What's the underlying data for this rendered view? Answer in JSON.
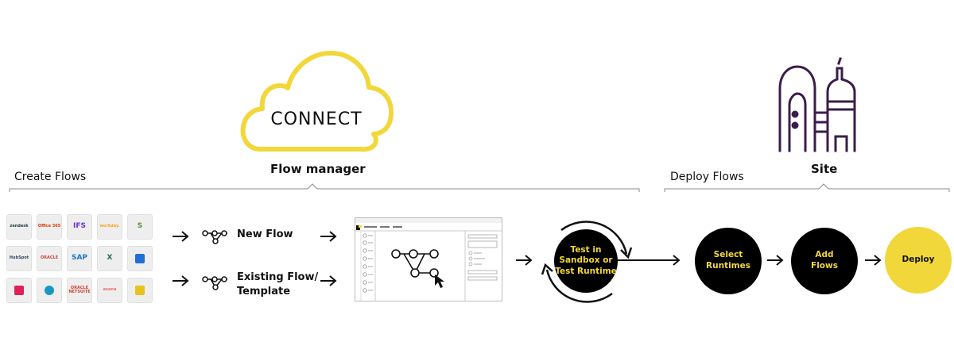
{
  "header": {
    "connect_logo_text": "CONNECT",
    "flow_manager_label": "Flow manager",
    "site_label": "Site",
    "create_flows_label": "Create Flows",
    "deploy_flows_label": "Deploy Flows"
  },
  "integrations": [
    {
      "name": "zendesk",
      "text": "zendesk",
      "icon": "zendesk-logo",
      "color": "#1f3a3d"
    },
    {
      "name": "office365",
      "text": "Office 365",
      "icon": "office365-logo",
      "color": "#d83b01"
    },
    {
      "name": "ifs",
      "text": "IFS",
      "icon": "ifs-logo",
      "color": "#6b2fd8"
    },
    {
      "name": "workday",
      "text": "workday.",
      "icon": "workday-logo",
      "color": "#f5a623"
    },
    {
      "name": "shopify",
      "text": "S",
      "icon": "shopify-logo",
      "color": "#5e8e3e"
    },
    {
      "name": "hubspot",
      "text": "HubSpot",
      "icon": "hubspot-logo",
      "color": "#33475b"
    },
    {
      "name": "oracle",
      "text": "ORACLE",
      "icon": "oracle-logo",
      "color": "#c74634"
    },
    {
      "name": "sap",
      "text": "SAP",
      "icon": "sap-logo",
      "color": "#1d74c9"
    },
    {
      "name": "excel",
      "text": "X",
      "icon": "excel-logo",
      "color": "#1e7145"
    },
    {
      "name": "trello",
      "text": "",
      "icon": "trello-logo",
      "color": "#1f6fd6"
    },
    {
      "name": "slack",
      "text": "",
      "icon": "slack-logo",
      "color": "#e01e5a"
    },
    {
      "name": "salesforce",
      "text": "",
      "icon": "salesforce-logo",
      "color": "#1798c1"
    },
    {
      "name": "oracle-netsuite",
      "text": "ORACLE NETSUITE",
      "icon": "netsuite-logo",
      "color": "#c74634"
    },
    {
      "name": "asana",
      "text": "asana",
      "icon": "asana-logo",
      "color": "#f06a6a"
    },
    {
      "name": "sharepoint",
      "text": "",
      "icon": "sharepoint-logo",
      "color": "#e8c31a"
    }
  ],
  "flow_options": {
    "new_flow": "New Flow",
    "existing_line1": "Existing Flow/",
    "existing_line2": "Template"
  },
  "steps": {
    "test_line1": "Test in",
    "test_line2": "Sandbox or",
    "test_line3": "Test Runtime",
    "select_line1": "Select",
    "select_line2": "Runtimes",
    "add_line1": "Add",
    "add_line2": "Flows",
    "deploy": "Deploy"
  },
  "colors": {
    "accent_yellow": "#f2d73a",
    "dark": "#000000",
    "site_purple": "#3a1d4a",
    "line_gray": "#8a8a8a"
  }
}
